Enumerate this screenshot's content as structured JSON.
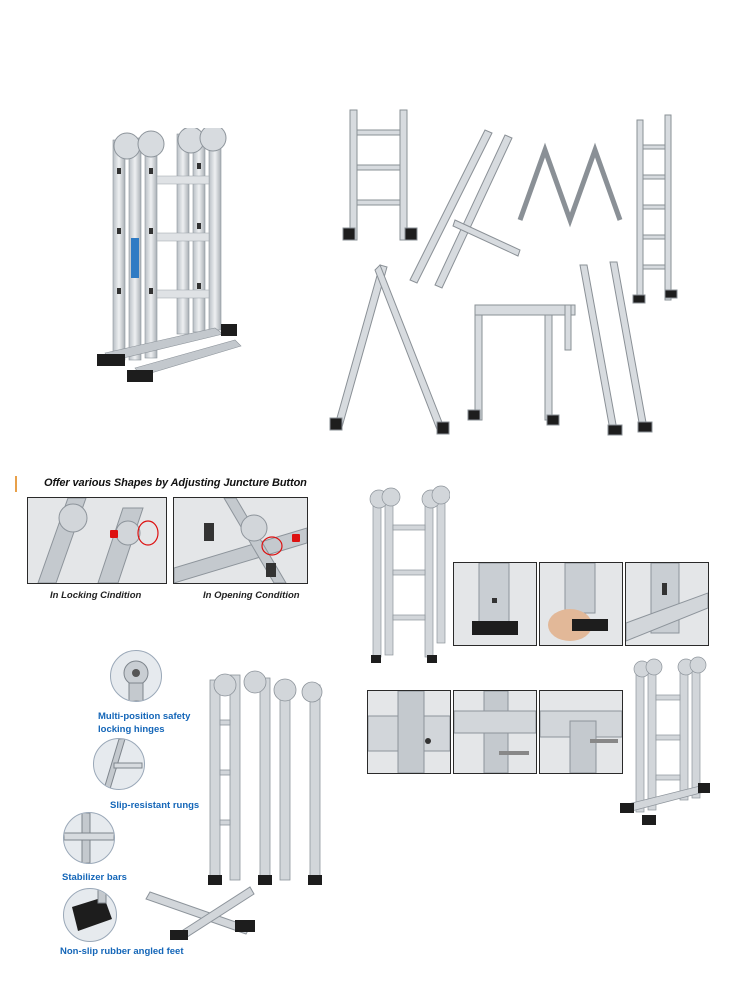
{
  "colors": {
    "accent_bar": "#e8a04a",
    "feature_text": "#1466b8",
    "aluminum": "#c9ced3",
    "rubber": "#1d1d1d"
  },
  "juncture": {
    "title": "Offer various Shapes by Adjusting Juncture Button",
    "locking_label": "In Locking Cindition",
    "opening_label": "In Opening Condition",
    "lock_icon": "lock-closed-icon",
    "unlock_icon": "lock-open-icon"
  },
  "features": [
    {
      "label": "Multi-position safety locking hinges"
    },
    {
      "label": "Slip-resistant rungs"
    },
    {
      "label": "Stabilizer bars"
    },
    {
      "label": "Non-slip rubber angled feet"
    }
  ]
}
